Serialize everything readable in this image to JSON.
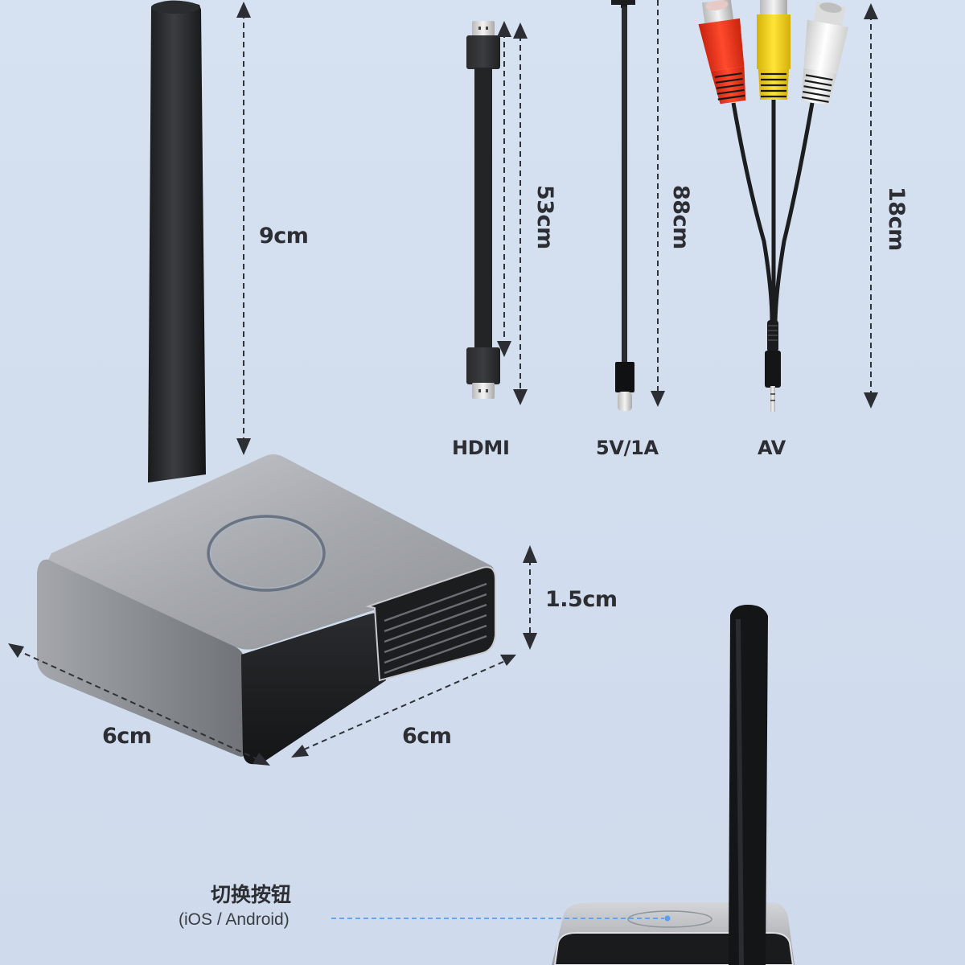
{
  "product": {
    "dimensions": {
      "antenna_height": "9cm",
      "body_height": "1.5cm",
      "width_left": "6cm",
      "width_right": "6cm"
    },
    "cables": [
      {
        "name": "HDMI",
        "length": "53cm"
      },
      {
        "name": "5V/1A",
        "length": "88cm"
      },
      {
        "name": "AV",
        "length": "18cm"
      }
    ],
    "callout": {
      "title": "切换按钮",
      "subtitle": "(iOS / Android)"
    }
  },
  "colors": {
    "background": "#d4e0ef",
    "text": "#2c2e33",
    "device_body": "#8e9299",
    "device_dark": "#1e1f22",
    "callout_line": "#5a9ef0",
    "rca_red": "#e8321f",
    "rca_yellow": "#f3d21a",
    "rca_white": "#f0f0f0"
  }
}
